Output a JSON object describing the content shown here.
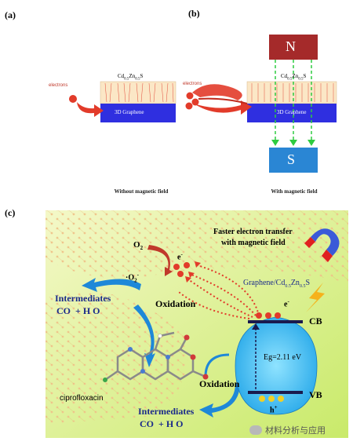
{
  "panel_a": {
    "label": "(a)",
    "electrons_label": "electrons",
    "material_main": "Cd",
    "material_sub1": "0.5",
    "material_mid": "Zn",
    "material_sub2": "0.5",
    "material_tail": "S",
    "substrate": "3D Graphene",
    "caption": "Without magnetic field"
  },
  "panel_b": {
    "label": "(b)",
    "electrons_label": "electrons",
    "material_main": "Cd",
    "material_sub1": "0.5",
    "material_mid": "Zn",
    "material_sub2": "0.5",
    "material_tail": "S",
    "substrate": "3D Graphene",
    "magnet_north": "N",
    "magnet_south": "S",
    "caption": "With magnetic field"
  },
  "panel_c": {
    "label": "(c)",
    "o2": "O",
    "o2_sub": "2",
    "electron": "e",
    "electron_sup": "-",
    "superoxide": "·O",
    "superoxide_sub": "2",
    "superoxide_sup": "-",
    "intermediates": "Intermediates",
    "co2_h2o": "CO  + H O",
    "oxidation": "Oxidation",
    "faster_transfer_line1": "Faster electron transfer",
    "faster_transfer_line2": "with magnetic field",
    "composite_prefix": "Graphene/Cd",
    "composite_sub1": "0.5",
    "composite_mid": "Zn",
    "composite_sub2": "0.5",
    "composite_tail": "S",
    "cb": "CB",
    "vb": "VB",
    "band_gap": "Eg=2.11 eV",
    "hole": "h",
    "hole_sup": "+",
    "electron_band": "e",
    "pollutant": "ciprofloxacin"
  },
  "watermark": "材料分析与应用",
  "colors": {
    "magnet_north": "#a52a2a",
    "magnet_south": "#2a86d4",
    "substrate": "#2f2fe0",
    "arrow_red": "#e23b2a",
    "field_green": "#2ecc40",
    "panel_c_bg": "#d9f08a",
    "text_navy": "#1a2a8a"
  }
}
